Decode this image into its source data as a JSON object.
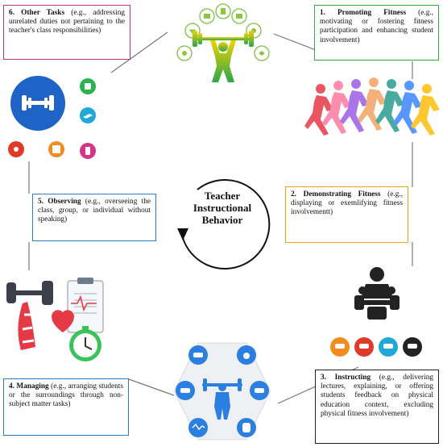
{
  "center": {
    "line1": "Teacher",
    "line2": "Instructional",
    "line3": "Behavior"
  },
  "boxes": {
    "other_tasks": {
      "title": "6. Other Tasks",
      "desc": "(e.g., addressing unrelated duties not pertaining to the teacher's class responsibilities)",
      "color": "#b5337a"
    },
    "promoting": {
      "title": "1. Promoting Fitness",
      "desc": "(e.g., motivating or fostering fitness participation and enhancing student involvement)",
      "color": "#3aa83a"
    },
    "demonstrating": {
      "title": "2. Demonstrating Fitness",
      "desc": "(e.g., displaying or exemlifying fitness involvementt)",
      "color": "#e8a21c"
    },
    "instructing": {
      "title": "3. Instructing",
      "desc": "(e.g., delivering lectures, explaining, or offering students feedback on physical education context, excluding physical fitness involvement)",
      "color": "#222222"
    },
    "managing": {
      "title": "4. Managing",
      "desc": "(e.g., arranging students or the surroundings through non-subject matter tasks)",
      "color": "#2b7cbf"
    },
    "observing": {
      "title": "5. Observing",
      "desc": "(e.g., overseeing the class, group, or individual without speaking)",
      "color": "#2e7dbf"
    }
  },
  "icons": {
    "weightlifter_top": "weightlifter-icon",
    "runners": "runners-icon",
    "meeting": "meeting-icon",
    "fitness_hex": "fitness-hexagon-icon",
    "clipboard_dumbbell": "clipboard-dumbbell-icon",
    "gym_circle": "dumbbell-circle-icon"
  }
}
